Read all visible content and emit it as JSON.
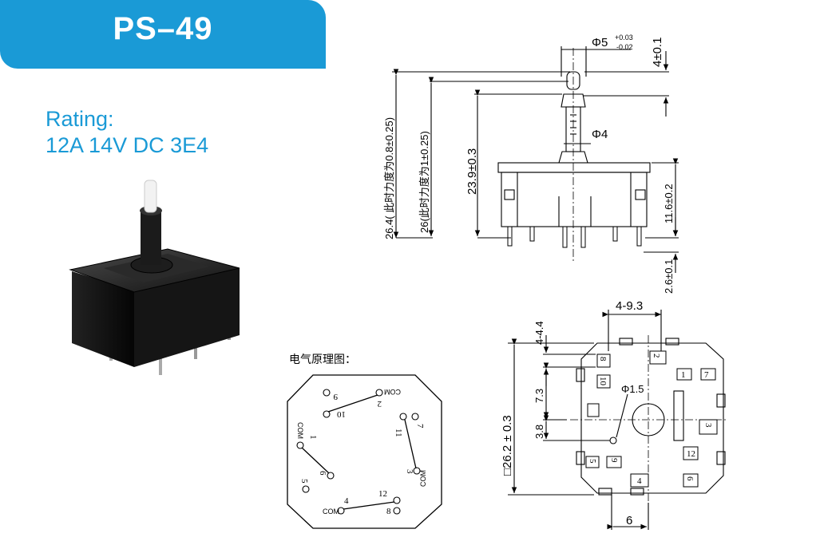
{
  "header": {
    "model": "PS–49"
  },
  "rating": {
    "label": "Rating:",
    "value": "12A 14V DC 3E4"
  },
  "schematic": {
    "title": "电气原理图：",
    "terminals": {
      "t9": "9",
      "t10": "10",
      "t2": "2",
      "t11": "11",
      "t7": "7",
      "t1": "1",
      "t5": "5",
      "t6": "6",
      "t3": "3",
      "t12": "12",
      "t4": "4",
      "t8": "8"
    },
    "com_labels": [
      "COM",
      "COM",
      "COM",
      "COM"
    ]
  },
  "side_view": {
    "dims": {
      "shaft_dia": "Φ5",
      "shaft_tol_upper": "+0.03",
      "shaft_tol_lower": "-0.02",
      "top_height": "4±0.1",
      "neck_dia": "Φ4",
      "total_force": "26.4( 此时力度为0.8±0.25)",
      "height_force": "26(此时力度为1±0.25)",
      "height": "23.9±0.3",
      "body_height": "11.6±0.2",
      "pin_length": "2.6±0.1"
    }
  },
  "bottom_view": {
    "dims": {
      "pin_pitch": "4-9.3",
      "pin_holes": "4-4.4",
      "row1": "7.3",
      "row2": "3.8",
      "size": "□26.2 ± 0.3",
      "hole": "Φ1.5",
      "bottom_offset": "6"
    },
    "pin_labels": [
      "8",
      "2",
      "1",
      "7",
      "10",
      "3",
      "5",
      "9",
      "12",
      "4",
      "6"
    ]
  }
}
